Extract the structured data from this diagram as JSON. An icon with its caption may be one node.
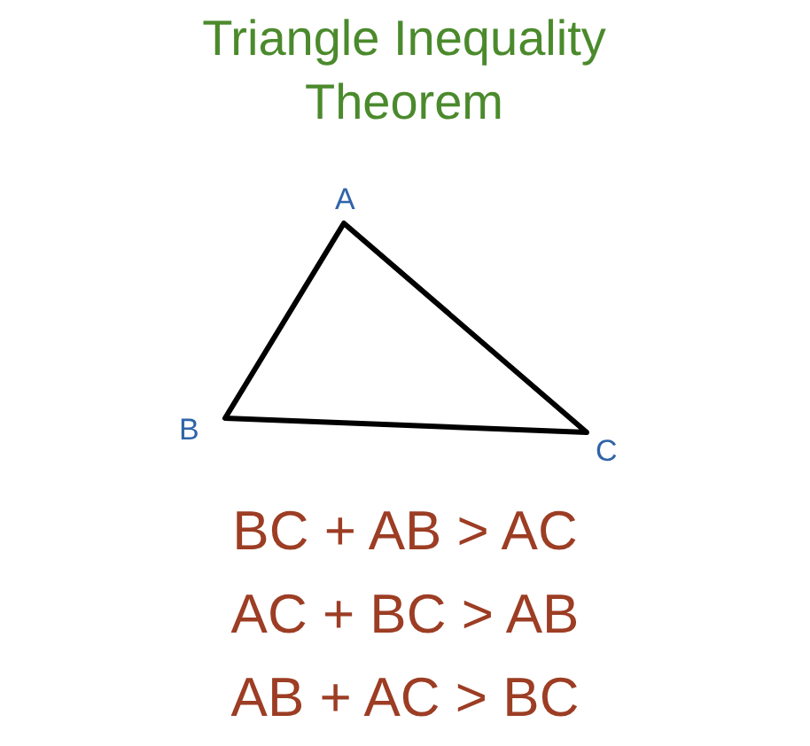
{
  "diagram": {
    "title": "Triangle Inequality Theorem",
    "labels": [
      "A",
      "B",
      "C",
      "BC + AB > AC",
      "AC + BC > AB",
      "AB + AC > BC"
    ]
  }
}
